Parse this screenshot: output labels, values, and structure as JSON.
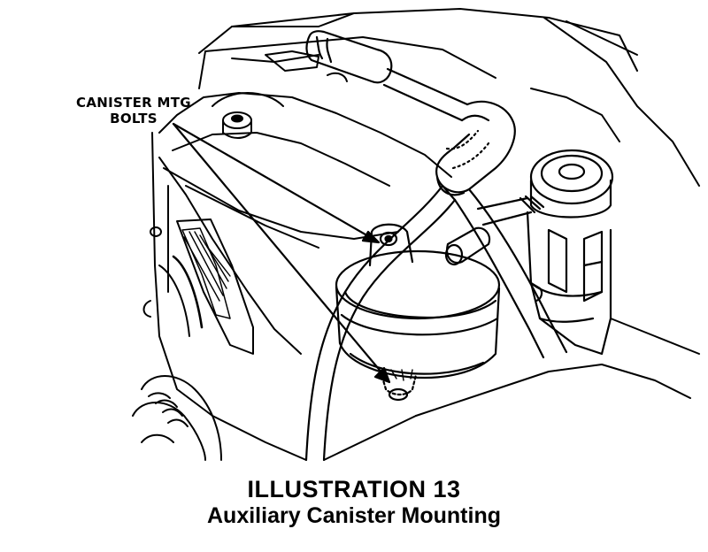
{
  "callout": {
    "line1": "CANISTER MTG",
    "line2": "BOLTS"
  },
  "caption": {
    "title": "ILLUSTRATION 13",
    "subtitle": "Auxiliary Canister Mounting"
  },
  "colors": {
    "ink": "#000000",
    "paper": "#ffffff"
  }
}
